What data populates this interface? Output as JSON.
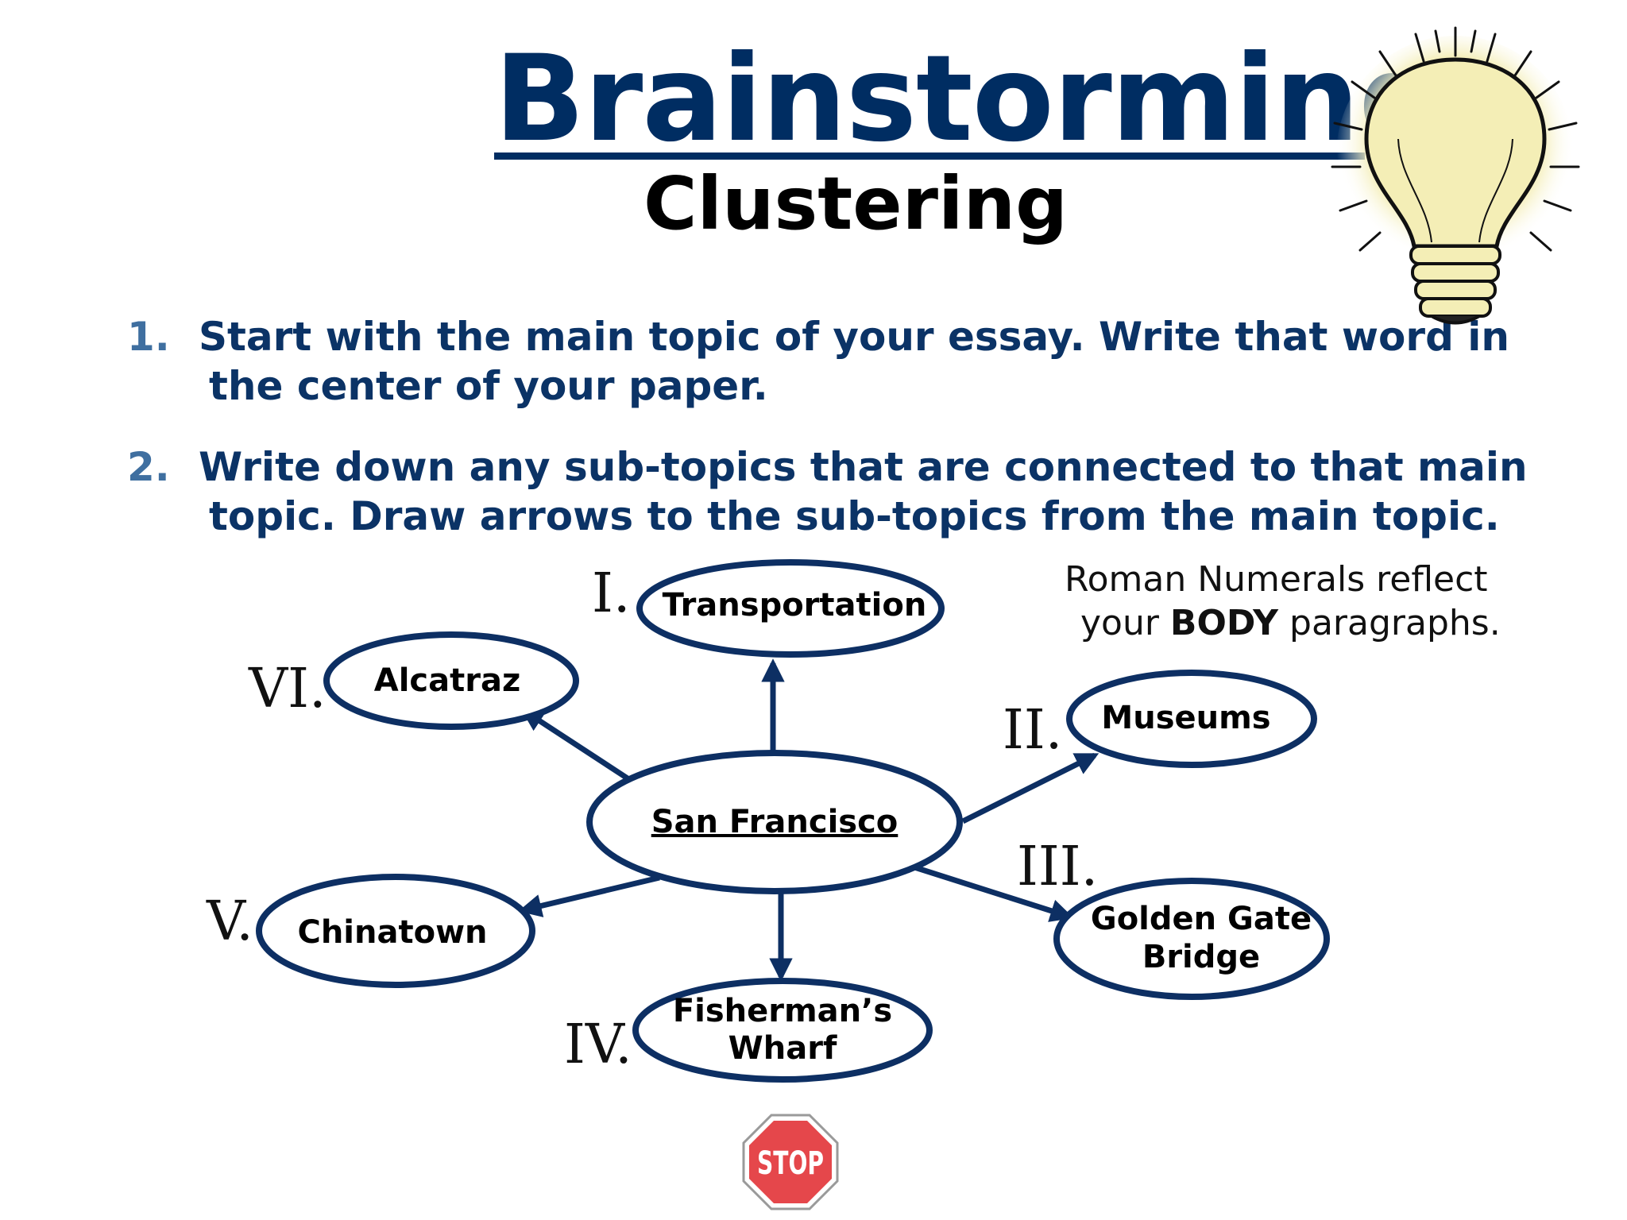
{
  "title": "Brainstorming",
  "subtitle": "Clustering",
  "steps": [
    {
      "number": "1.",
      "line1": "Start with the main topic of your essay.  Write that word in",
      "line2": "the center of your paper."
    },
    {
      "number": "2.",
      "line1": "Write down any sub-topics that are connected to that main",
      "line2": "topic.  Draw arrows to the sub-topics from the main topic."
    }
  ],
  "note": {
    "line1": "Roman Numerals reflect",
    "line2_prefix": "your ",
    "line2_bold": "BODY",
    "line2_suffix": " paragraphs."
  },
  "diagram": {
    "center": "San Francisco",
    "subtopics": [
      {
        "numeral": "I.",
        "lines": [
          "Transportation"
        ]
      },
      {
        "numeral": "II.",
        "lines": [
          "Museums"
        ]
      },
      {
        "numeral": "III.",
        "lines": [
          "Golden Gate",
          "Bridge"
        ]
      },
      {
        "numeral": "IV.",
        "lines": [
          "Fisherman’s",
          "Wharf"
        ]
      },
      {
        "numeral": "V.",
        "lines": [
          "Chinatown"
        ]
      },
      {
        "numeral": "VI.",
        "lines": [
          "Alcatraz"
        ]
      }
    ]
  },
  "stop_sign": "STOP",
  "icons": [
    "lightbulb-icon",
    "stop-sign-icon"
  ],
  "colors": {
    "navy": "#002d62",
    "ellipse_stroke": "#0d2f63",
    "stop_red": "#e5474b",
    "bulb_yellow": "#f3ecb0"
  }
}
